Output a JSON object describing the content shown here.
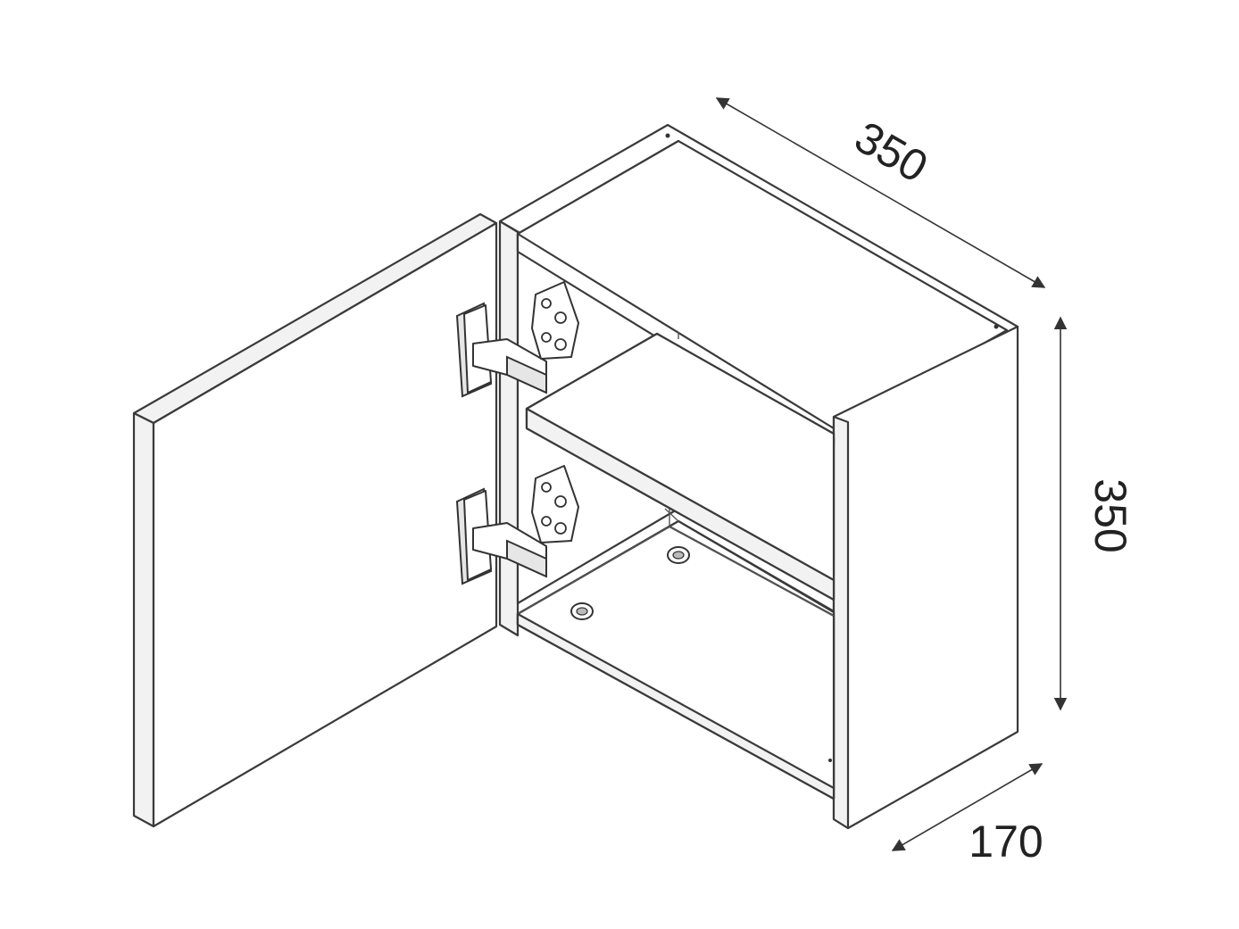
{
  "dimensions": {
    "width": {
      "value": "350"
    },
    "height": {
      "value": "350"
    },
    "depth": {
      "value": "170"
    }
  },
  "colors": {
    "stroke": "#3a3a3a",
    "fill": "#ffffff",
    "text": "#222222"
  }
}
